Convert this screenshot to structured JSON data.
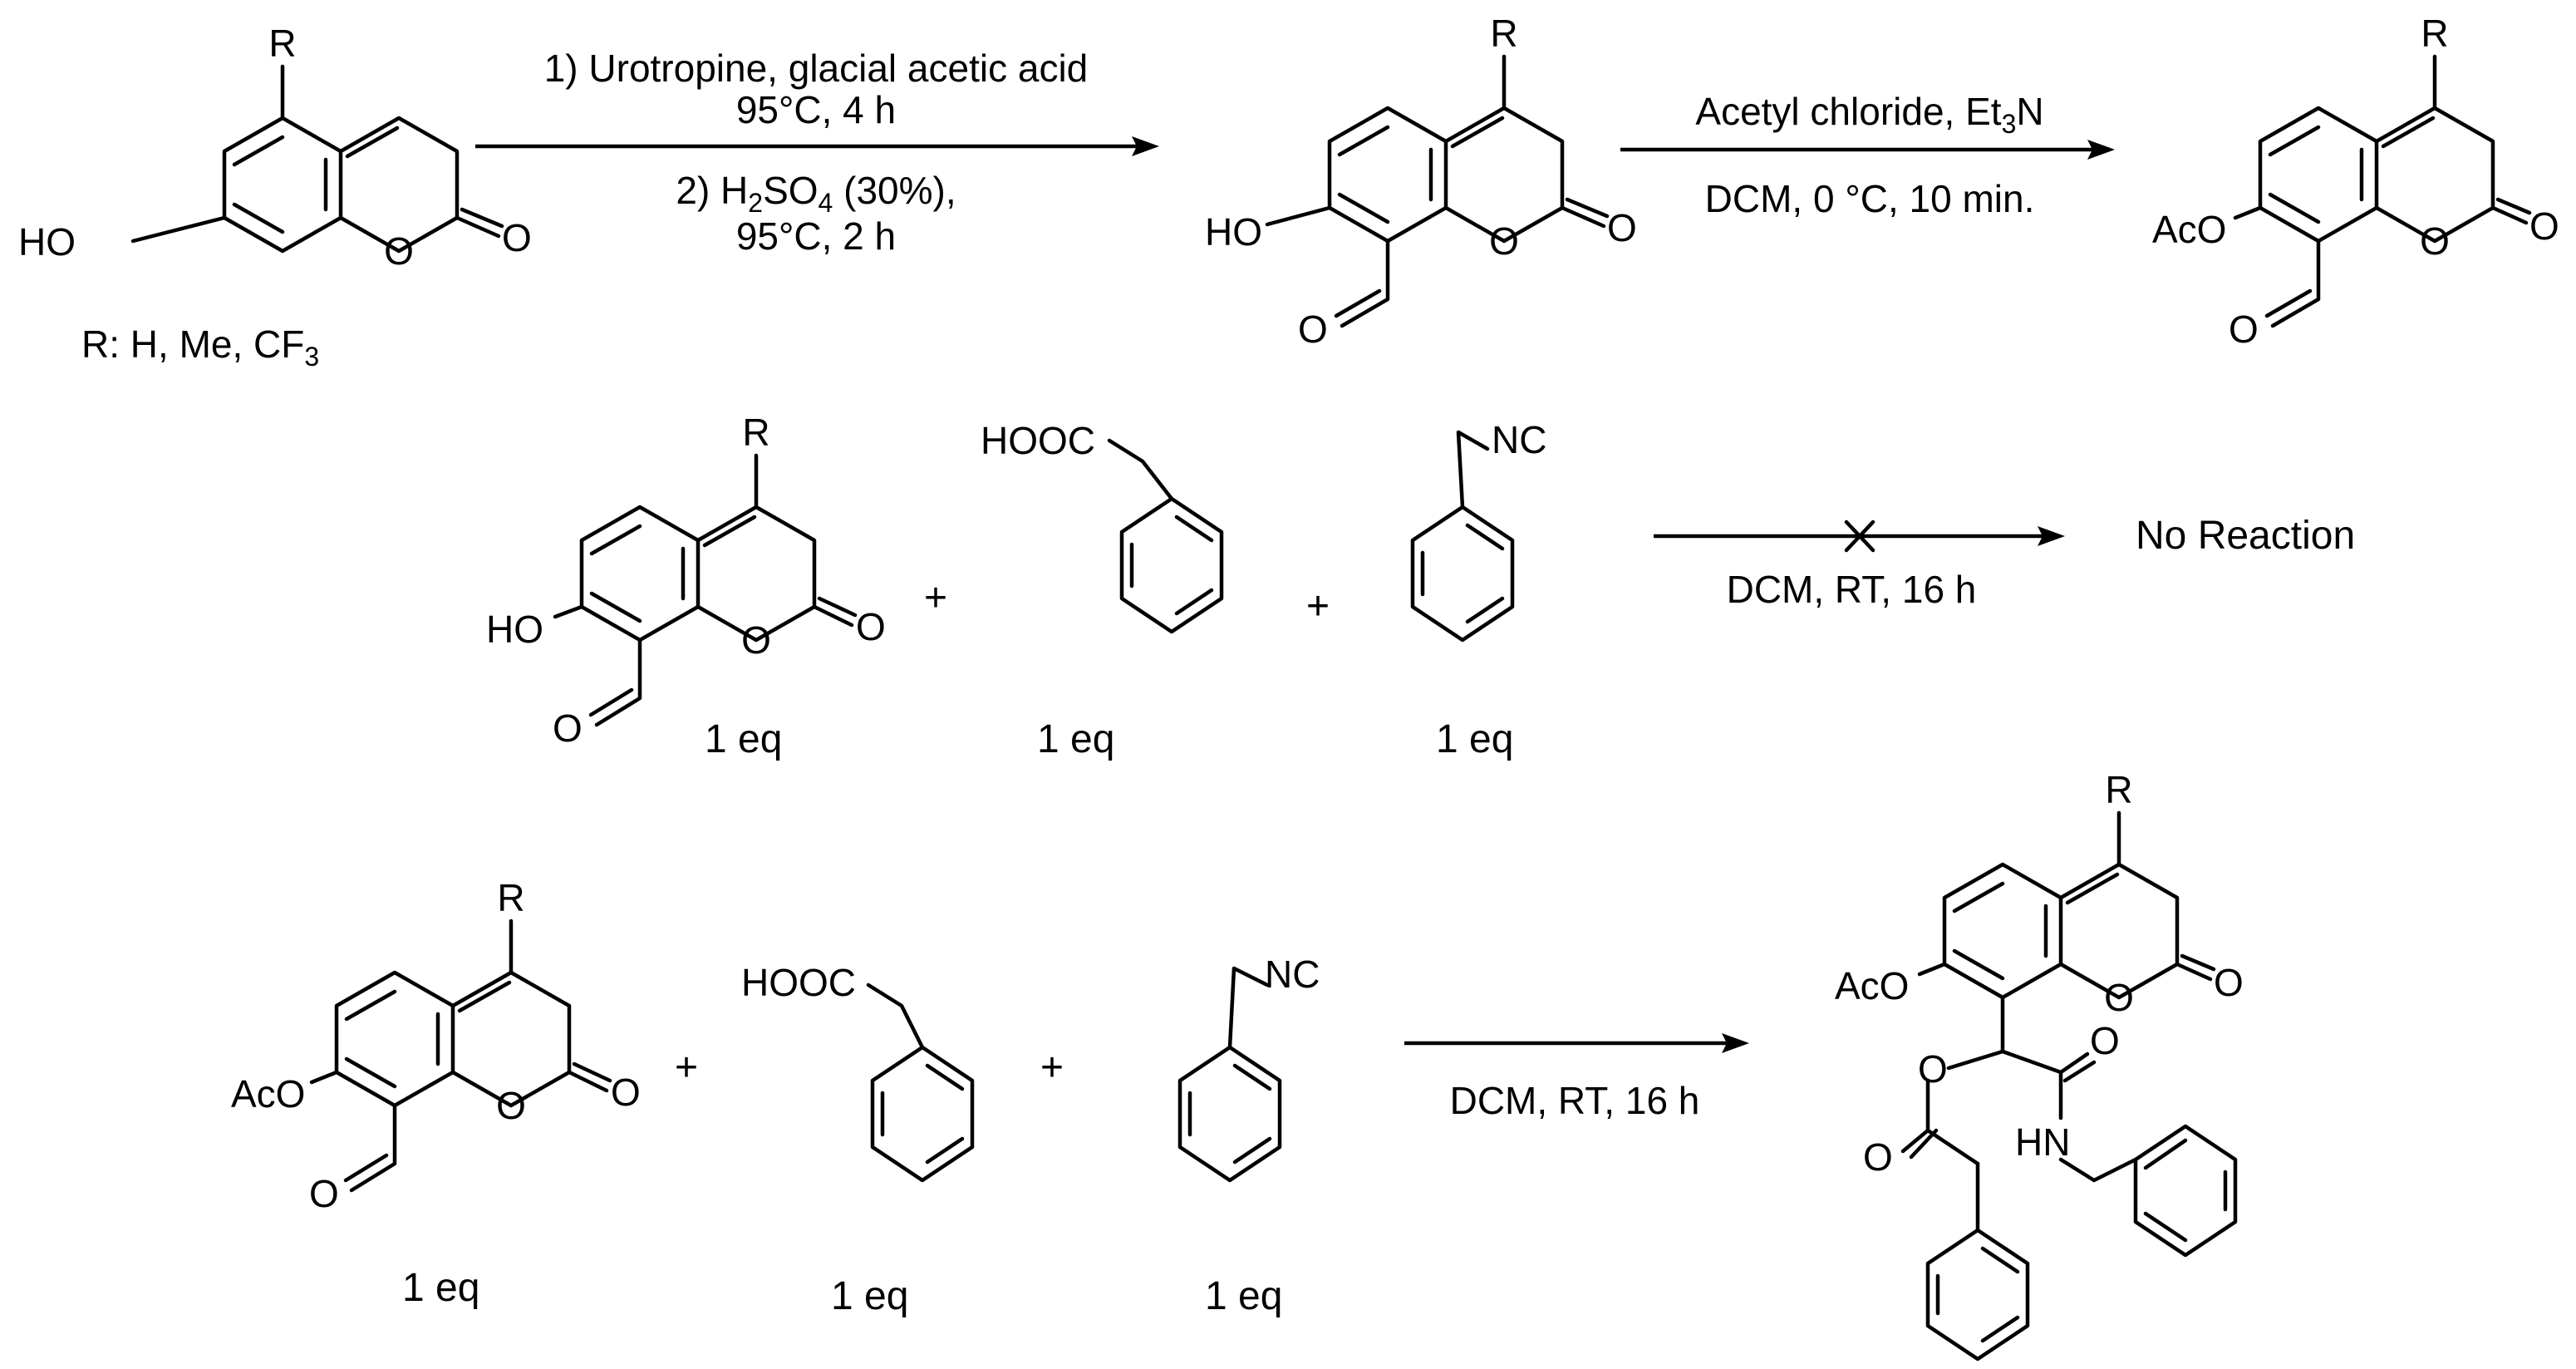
{
  "scheme": {
    "r_groups": {
      "label": "R",
      "values": ": H, Me, CF",
      "sub": "3"
    },
    "atoms": {
      "R": "R",
      "HO": "HO",
      "AcO": "AcO",
      "O": "O",
      "NC": "NC",
      "HOOC": "HOOC",
      "HN": "HN"
    },
    "row1": {
      "arrow1": {
        "line1": "1) Urotropine, glacial acetic acid",
        "line2": "95°C, 4 h",
        "line3_pre": "2) H",
        "line3_sub1": "2",
        "line3_mid": "SO",
        "line3_sub2": "4",
        "line3_post": " (30%),",
        "line4": "95°C, 2 h"
      },
      "arrow2": {
        "line1_pre": "Acetyl chloride, Et",
        "line1_sub": "3",
        "line1_post": "N",
        "line2": "DCM, 0 °C, 10 min."
      }
    },
    "row2": {
      "plus": "+",
      "eq": "1 eq",
      "conditions": "DCM, RT,  16 h",
      "result": "No Reaction"
    },
    "row3": {
      "plus": "+",
      "eq": "1 eq",
      "conditions": "DCM, RT,  16 h"
    }
  }
}
